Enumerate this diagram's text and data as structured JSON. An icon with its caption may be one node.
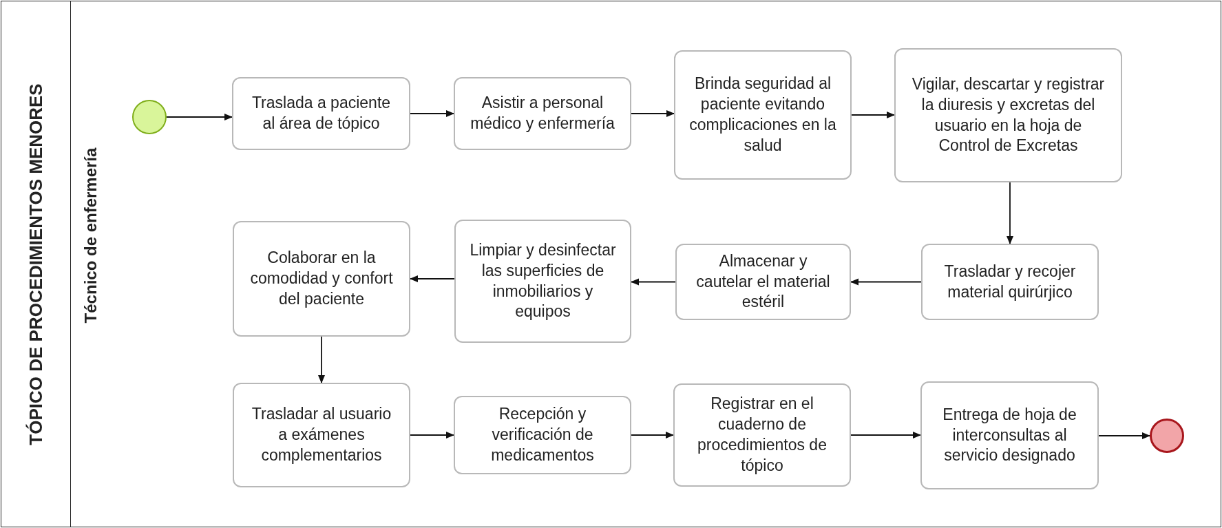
{
  "diagram": {
    "nodes": [
      {
        "text": [
          "TÓPICO DE PROCEDIMIENTOS MENORES"
        ]
      },
      {
        "text": [
          "Técnico de enfermería"
        ],
        "in": 0
      },
      {
        "text": [],
        "shape": "circle",
        "in": 1
      },
      {
        "text": [
          "Traslada a paciente al área de tópico"
        ],
        "in": 1
      },
      {
        "text": [
          "Asistir a personal médico y enfermería"
        ],
        "in": 1
      },
      {
        "text": [
          "Brinda seguridad al paciente evitando complicaciones en la salud"
        ],
        "in": 1
      },
      {
        "text": [
          "Vigilar, descartar y registrar la diuresis y excretas del usuario en la hoja de Control de Excretas"
        ],
        "in": 1
      },
      {
        "text": [
          "Trasladar y recojer material quirúrjico"
        ],
        "in": 1
      },
      {
        "text": [
          "Almacenar y cautelar el material estéril"
        ],
        "in": 1
      },
      {
        "text": [
          "Limpiar y desinfectar las superficies de inmobiliarios y equipos"
        ],
        "in": 1
      },
      {
        "text": [
          "Colaborar en la comodidad y confort del paciente"
        ],
        "in": 1
      },
      {
        "text": [
          "Trasladar al usuario a exámenes complementarios"
        ],
        "in": 1
      },
      {
        "text": [
          "Recepción y verificación de medicamentos"
        ],
        "in": 1
      },
      {
        "text": [
          "Registrar en el cuaderno de procedimientos de tópico"
        ],
        "in": 1
      },
      {
        "text": [
          "Entrega de hoja de interconsultas al servicio designado"
        ],
        "in": 1
      },
      {
        "text": [],
        "shape": "circle",
        "in": 1
      }
    ],
    "edges": [
      {
        "from": 2,
        "to": 3,
        "arrow": "to"
      },
      {
        "from": 3,
        "to": 4,
        "arrow": "to"
      },
      {
        "from": 4,
        "to": 5,
        "arrow": "to"
      },
      {
        "from": 5,
        "to": 6,
        "arrow": "to"
      },
      {
        "from": 6,
        "to": 7,
        "arrow": "to"
      },
      {
        "from": 7,
        "to": 8,
        "arrow": "to"
      },
      {
        "from": 8,
        "to": 9,
        "arrow": "to"
      },
      {
        "from": 9,
        "to": 10,
        "arrow": "to"
      },
      {
        "from": 10,
        "to": 11,
        "arrow": "to"
      },
      {
        "from": 11,
        "to": 12,
        "arrow": "to"
      },
      {
        "from": 12,
        "to": 13,
        "arrow": "to"
      },
      {
        "from": 13,
        "to": 14,
        "arrow": "to"
      },
      {
        "from": 14,
        "to": 15,
        "arrow": "to"
      }
    ]
  }
}
